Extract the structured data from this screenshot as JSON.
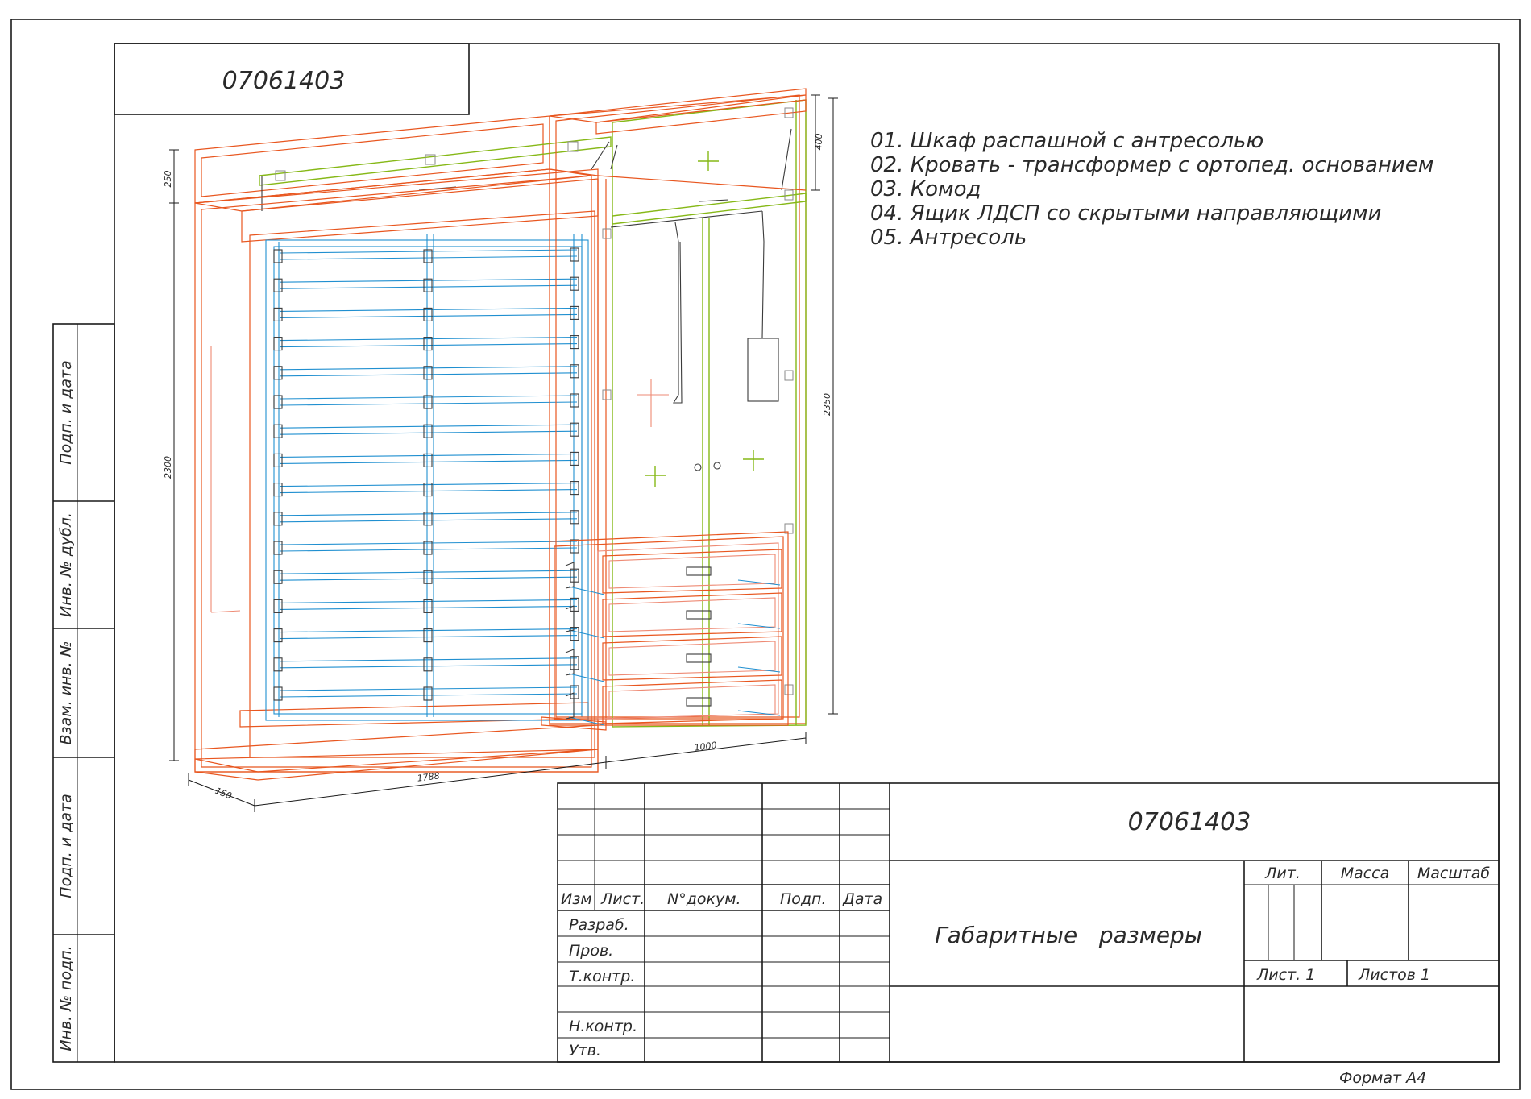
{
  "drawing": {
    "number_top": "07061403",
    "number_stamp": "07061403",
    "legend": [
      "01. Шкаф распашной с антресолью",
      "02. Кровать - трансформер с ортопед. основанием",
      "03. Комод",
      "04. Ящик ЛДСП со скрытыми направляющими",
      "05. Антресоль"
    ],
    "dimensions": {
      "top_left_height": "250",
      "top_right_height": "400",
      "left_height": "2300",
      "right_height": "2350",
      "depth": "150",
      "left_width": "1788",
      "right_width": "1000"
    },
    "side_stamp": [
      "Подп. и дата",
      "Инв. № дубл.",
      "Взам. инв. №",
      "Подп. и дата",
      "Инв. № подп."
    ],
    "title_block": {
      "headers": [
        "Изм",
        "Лист.",
        "N°докум.",
        "Подп.",
        "Дата"
      ],
      "roles": [
        "Разраб.",
        "Пров.",
        "Т.контр.",
        "",
        "Н.контр.",
        "Утв."
      ],
      "title": "Габаритные   размеры",
      "lit": "Лит.",
      "mass": "Масса",
      "scale": "Масштаб",
      "sheet": "Лист. 1",
      "sheets": "Листов 1"
    },
    "format": "Формат А4"
  }
}
